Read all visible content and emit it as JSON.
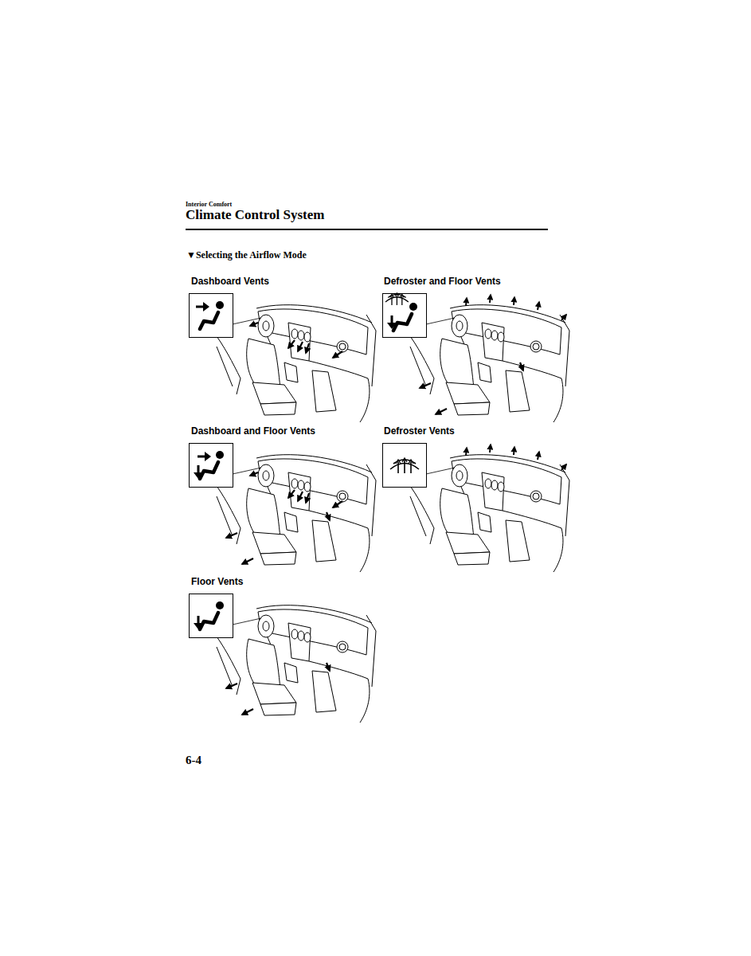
{
  "diagram": {
    "title": "Climate Control System",
    "labels": [
      "Interior Comfort",
      "▼Selecting the Airflow Mode",
      "Dashboard Vents",
      "Defroster and Floor Vents",
      "Dashboard and Floor Vents",
      "Defroster Vents",
      "Floor Vents",
      "6-4"
    ]
  }
}
